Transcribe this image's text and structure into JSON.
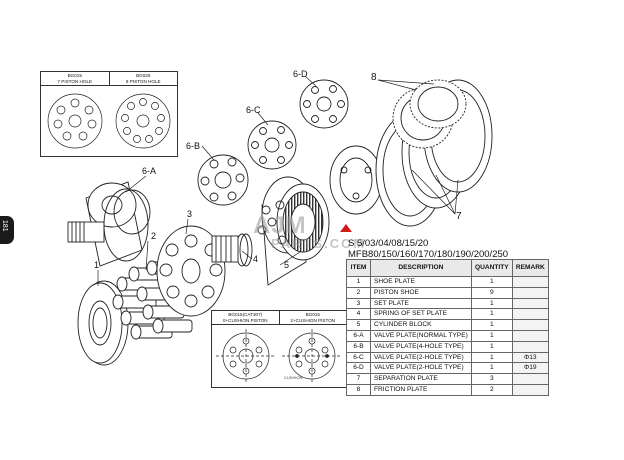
{
  "page_number": "181",
  "watermark": {
    "line1": "AJM",
    "line2": "PARTS.COM"
  },
  "models": {
    "line1": "S  5/03/04/08/15/20",
    "line2": "MFB80/150/160/170/180/190/200/250"
  },
  "callouts": {
    "c1": "1",
    "c2": "2",
    "c3": "3",
    "c4": "4",
    "c5": "5",
    "c6a": "6-A",
    "c6b": "6-B",
    "c6c": "6-C",
    "c6d": "6-D",
    "c7": "7",
    "c8": "8"
  },
  "inset_top": {
    "left_model": "BG015",
    "left_desc": "7 PISTON HOLE",
    "right_model": "BG025",
    "right_desc": "9 PISTON HOLE"
  },
  "inset_bottom": {
    "left_model": "BG015(CAT307)",
    "left_desc": "0+CUSHION PISTON",
    "right_model": "BG015",
    "right_desc": "2+CUSHION PISTON",
    "note": "CUSHION"
  },
  "parts_table": {
    "headers": {
      "item": "ITEM",
      "description": "DESCRIPTION",
      "quantity": "QUANTITY",
      "remark": "REMARK"
    },
    "rows": [
      {
        "item": "1",
        "description": "SHOE PLATE",
        "quantity": "1",
        "remark": ""
      },
      {
        "item": "2",
        "description": "PISTON SHOE",
        "quantity": "9",
        "remark": ""
      },
      {
        "item": "3",
        "description": "SET PLATE",
        "quantity": "1",
        "remark": ""
      },
      {
        "item": "4",
        "description": "SPRING OF SET PLATE",
        "quantity": "1",
        "remark": ""
      },
      {
        "item": "5",
        "description": "CYLINDER BLOCK",
        "quantity": "1",
        "remark": ""
      },
      {
        "item": "6-A",
        "description": "VALVE PLATE(NORMAL TYPE)",
        "quantity": "1",
        "remark": ""
      },
      {
        "item": "6-B",
        "description": "VALVE PLATE(4-HOLE TYPE)",
        "quantity": "1",
        "remark": ""
      },
      {
        "item": "6-C",
        "description": "VALVE PLATE(2-HOLE TYPE)",
        "quantity": "1",
        "remark": "Φ13"
      },
      {
        "item": "6-D",
        "description": "VALVE PLATE(2-HOLE TYPE)",
        "quantity": "1",
        "remark": "Φ19"
      },
      {
        "item": "7",
        "description": "SEPARATION PLATE",
        "quantity": "3",
        "remark": ""
      },
      {
        "item": "8",
        "description": "FRICTION PLATE",
        "quantity": "2",
        "remark": ""
      }
    ]
  },
  "colors": {
    "line": "#222222",
    "accent": "#d11a1a",
    "table_border": "#666666"
  }
}
